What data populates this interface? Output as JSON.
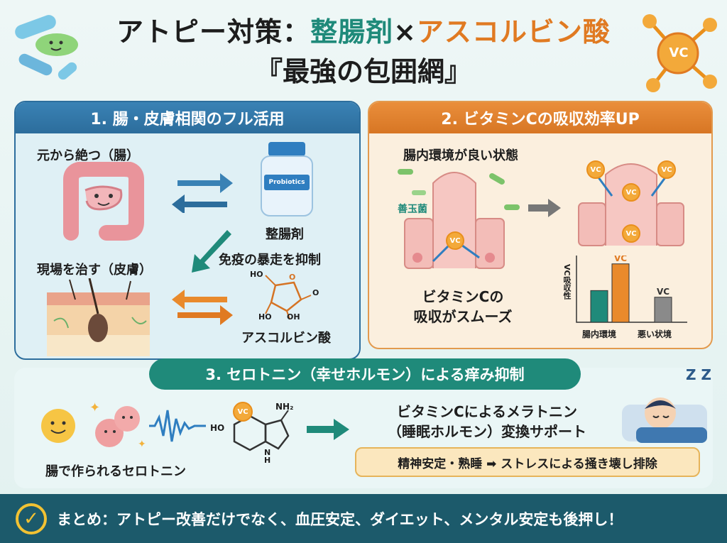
{
  "header": {
    "title_part1": "アトピー対策：",
    "title_part2": "整腸剤",
    "title_part3": "×",
    "title_part4": "アスコルビン酸",
    "subtitle": "『最強の包囲網』"
  },
  "section1": {
    "heading": "1. 腸・皮膚相関のフル活用",
    "gut_label": "元から絶つ（腸）",
    "skin_label": "現場を治す（皮膚）",
    "bottle_text": "Probiotics",
    "probiotic_label": "整腸剤",
    "immune_label": "免疫の暴走を抑制",
    "ascorbic_label": "アスコルビン酸",
    "chem_ho1": "HO",
    "chem_ho2": "HO",
    "chem_oh": "OH",
    "chem_o1": "O",
    "chem_o2": "O"
  },
  "section2": {
    "heading": "2. ビタミンCの吸収効率UP",
    "env_label": "腸内環境が良い状態",
    "good_bacteria_label": "善玉菌",
    "vc_label": "VC",
    "absorb_line1": "ビタミンCの",
    "absorb_line2": "吸収がスムーズ",
    "chart_ylabel": "VC吸収性"
  },
  "chart_data": {
    "type": "bar",
    "categories": [
      "腸内環境",
      "悪い状境"
    ],
    "series": [
      {
        "values": [
          38,
          70
        ]
      },
      {
        "values": [
          null,
          30
        ]
      }
    ],
    "bar_labels": [
      "",
      "VC",
      "VC"
    ],
    "bars": [
      {
        "category": "腸内環境",
        "value": 38,
        "color": "#1f8a7a",
        "label": ""
      },
      {
        "category": "腸内環境",
        "value": 70,
        "color": "#e98a2c",
        "label": "VC"
      },
      {
        "category": "悪い状境",
        "value": 30,
        "color": "#8a8a8a",
        "label": "VC"
      }
    ],
    "ylabel": "VC吸収性",
    "xlabel": ""
  },
  "section3": {
    "heading": "3. セロトニン（幸せホルモン）による痒み抑制",
    "serotonin_label": "腸で作られるセロトニン",
    "chem_nh2": "NH₂",
    "chem_ho": "HO",
    "chem_nh": "N\nH",
    "vc_text": "VC",
    "melatonin_line1": "ビタミンCによるメラトニン",
    "melatonin_line2": "（睡眠ホルモン）変換サポート",
    "zzz": "Z Z",
    "note": "精神安定・熟睡 ➡ ストレスによる掻き壊し排除"
  },
  "footer": {
    "check": "✓",
    "text": "まとめ：アトピー改善だけでなく、血圧安定、ダイエット、メンタル安定も後押し！"
  },
  "vc_molecule_text": "VC",
  "colors": {
    "teal": "#1f8a7a",
    "orange": "#e07a22",
    "blue": "#2d6e9d",
    "footer": "#1c5a6b"
  }
}
